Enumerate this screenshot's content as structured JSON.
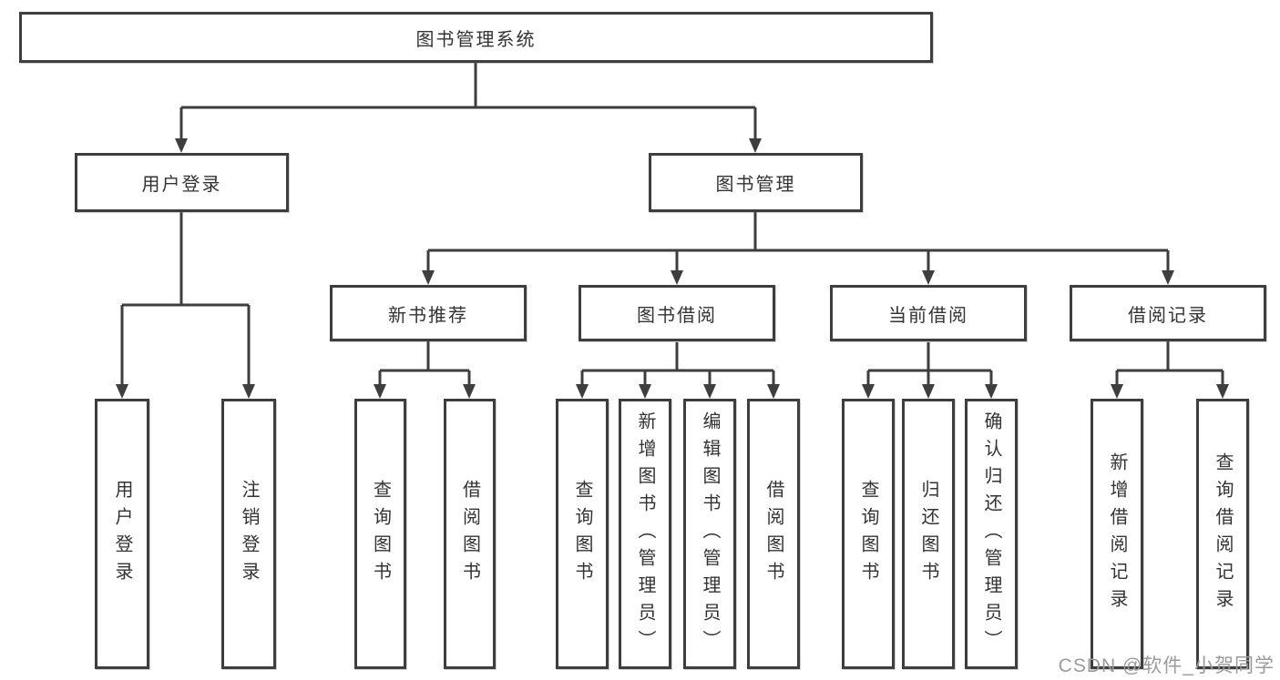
{
  "diagram": {
    "root": {
      "label": "图书管理系统",
      "children": [
        {
          "label": "用户登录",
          "children": [
            {
              "label": "用户登录"
            },
            {
              "label": "注销登录"
            }
          ]
        },
        {
          "label": "图书管理",
          "children": [
            {
              "label": "新书推荐",
              "children": [
                {
                  "label": "查询图书"
                },
                {
                  "label": "借阅图书"
                }
              ]
            },
            {
              "label": "图书借阅",
              "children": [
                {
                  "label": "查询图书"
                },
                {
                  "label": "新增图书（管理员）"
                },
                {
                  "label": "编辑图书（管理员）"
                },
                {
                  "label": "借阅图书"
                }
              ]
            },
            {
              "label": "当前借阅",
              "children": [
                {
                  "label": "查询图书"
                },
                {
                  "label": "归还图书"
                },
                {
                  "label": "确认归还（管理员）"
                }
              ]
            },
            {
              "label": "借阅记录",
              "children": [
                {
                  "label": "新增借阅记录"
                },
                {
                  "label": "查询借阅记录"
                }
              ]
            }
          ]
        }
      ]
    }
  },
  "watermark": "CSDN @软件_小贺同学",
  "colors": {
    "line": "#3e3e3e",
    "box_border": "#3e3e3e",
    "text": "#333333",
    "watermark": "#9b9b9b",
    "background": "#ffffff"
  }
}
